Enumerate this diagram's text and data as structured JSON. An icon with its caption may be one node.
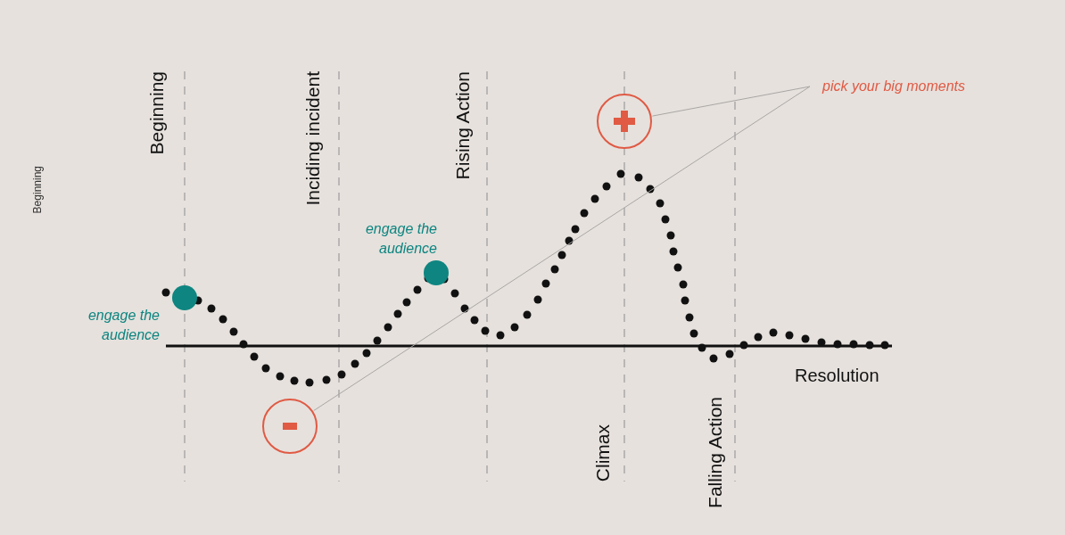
{
  "diagram": {
    "nodes": [
      {
        "text": [
          "pick your big moments"
        ]
      },
      {
        "text": [],
        "shape": "circle"
      },
      {
        "text": [],
        "shape": "circle"
      }
    ],
    "edges": [
      {
        "from": 0,
        "to": 1,
        "arrow": "none"
      },
      {
        "from": 0,
        "to": 2,
        "arrow": "none"
      }
    ],
    "labels": [
      "Beginning",
      "Beginning",
      "Inciding incident",
      "Rising Action",
      "engage the audience",
      "engage the audience",
      "Resolution",
      "Climax",
      "Falling Action"
    ]
  }
}
